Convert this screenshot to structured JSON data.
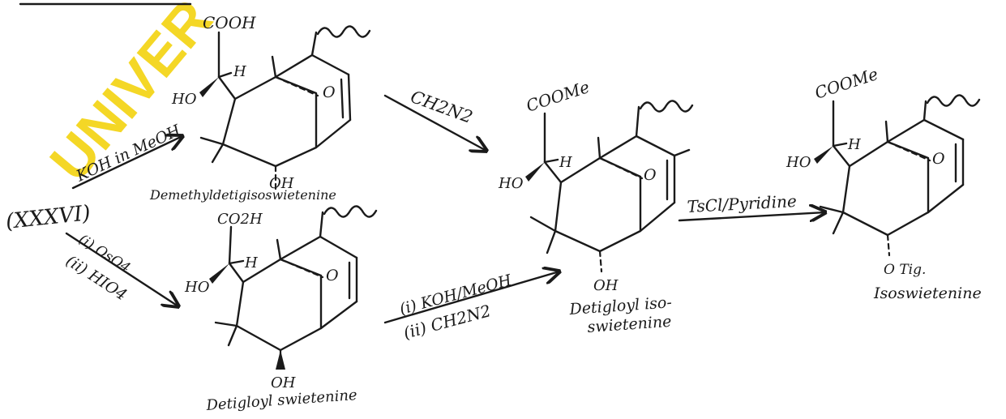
{
  "watermark": {
    "text": "UNIVER",
    "color": "#f2d000"
  },
  "start_label": "(XXXVI)",
  "reagents": {
    "koh_meoh": "KOH in MeOH",
    "oso4_step1": "(i) OsO4",
    "hio4_step2": "(ii) HIO4",
    "ch2n2": "CH2N2",
    "koh_meoh_step1": "(i) KOH/MeOH",
    "ch2n2_step2": "(ii) CH2N2",
    "tscl_pyridine": "TsCl/Pyridine"
  },
  "compounds": {
    "demethyl": {
      "name": "Demethyldetigisoswietenine",
      "cooh": "COOH",
      "ho": "HO",
      "h": "H",
      "o": "O",
      "oh": "OH"
    },
    "detigloyl_swietenine": {
      "name": "Detigloyl swietenine",
      "cooh": "CO2H",
      "ho": "HO",
      "h": "H",
      "o": "O",
      "oh": "OH"
    },
    "detigloyl_isoswietenine": {
      "name_line1": "Detigloyl iso-",
      "name_line2": "swietenine",
      "coome": "COOMe",
      "ho": "HO",
      "h": "H",
      "o": "O",
      "oh": "OH"
    },
    "isoswietenine": {
      "name": "Isoswietenine",
      "coome": "COOMe",
      "ho": "HO",
      "h": "H",
      "o": "O",
      "otig": "O Tig."
    }
  }
}
